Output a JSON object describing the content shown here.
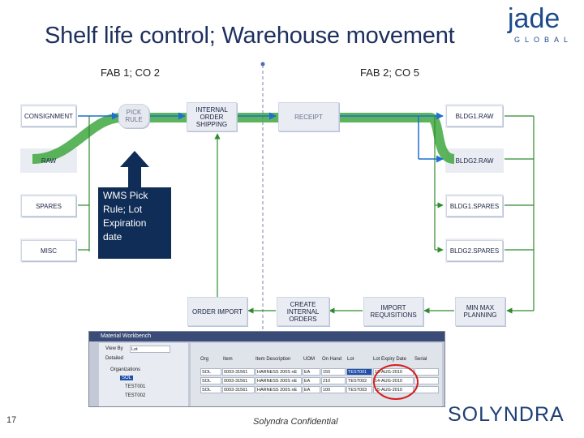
{
  "title": "Shelf life control; Warehouse movement",
  "logo": {
    "word": "jade",
    "sub": "GLOBAL"
  },
  "fab_left": "FAB 1; CO 2",
  "fab_right": "FAB 2; CO 5",
  "boxes": {
    "consignment": "CONSIGNMENT",
    "pick_rule": "PICK RULE",
    "internal_order": "INTERNAL ORDER SHIPPING",
    "receipt": "RECEIPT",
    "bldg1_raw": "BLDG1.RAW",
    "raw": "RAW",
    "bldg2_raw": "BLDG2.RAW",
    "spares": "SPARES",
    "bldg1_spares": "BLDG1.SPARES",
    "misc": "MISC",
    "bldg2_spares": "BLDG2.SPARES",
    "order_import": "ORDER IMPORT",
    "create_internal": "CREATE INTERNAL ORDERS",
    "import_req": "IMPORT REQUISITIONS",
    "min_max": "MIN MAX PLANNING"
  },
  "callout": "WMS Pick Rule; Lot Expiration date",
  "screenshot": {
    "window_title": "Material Workbench",
    "view_by_label": "View By",
    "view_by_value": "Lot",
    "detailed_label": "Detailed",
    "tree": [
      "Organizations",
      "SOL",
      "TEST001",
      "TEST002"
    ],
    "headers": [
      "Org",
      "Item",
      "Item Description",
      "UOM",
      "On Hand",
      "Lot",
      "Lot Expiry Date",
      "Serial"
    ],
    "rows": [
      [
        "SOL",
        "0003-31561",
        "HARNESS 200S nE",
        "EA",
        "150",
        "TEST001",
        "13-AUG-2010",
        ""
      ],
      [
        "SOL",
        "0003-31561",
        "HARNESS 200S nE",
        "EA",
        "210",
        "TEST002",
        "14-AUG-2010",
        ""
      ],
      [
        "SOL",
        "0003-31561",
        "HARNESS 200S nE",
        "EA",
        "100",
        "TEST003",
        "15-AUG-2010",
        ""
      ]
    ]
  },
  "footer": {
    "page": "17",
    "center": "Solyndra Confidential",
    "brand": "SOLYNDRA"
  },
  "colors": {
    "arrow_blue": "#1f6fd0",
    "arrow_green": "#2e8b2e",
    "highlight_green": "#3fa83f",
    "callout_bg": "#0f2d57",
    "circle_red": "#d42020"
  }
}
